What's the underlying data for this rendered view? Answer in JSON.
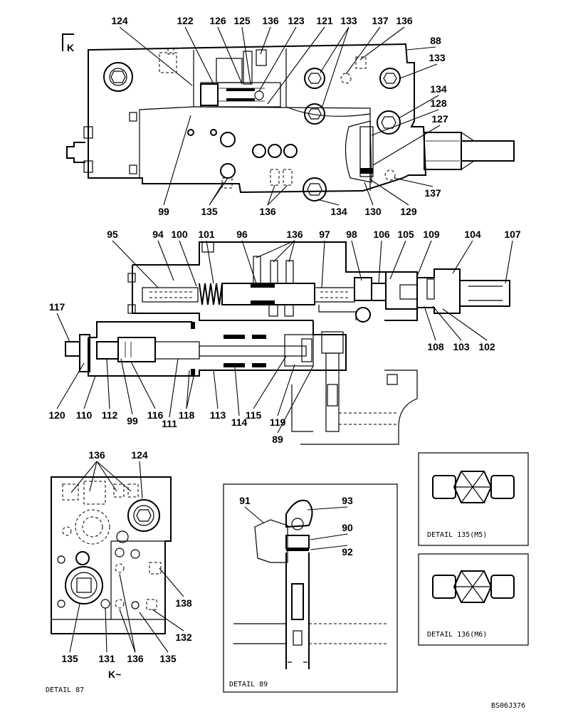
{
  "view_mark": "K",
  "view_mark_bottom": "K~",
  "drawing_code": "BS06J376",
  "captions": {
    "detail_87": "DETAIL 87",
    "detail_89": "DETAIL 89",
    "detail_135": "DETAIL 135(M5)",
    "detail_136": "DETAIL 136(M6)"
  },
  "callouts": [
    {
      "id": "124",
      "text": "124"
    },
    {
      "id": "122",
      "text": "122"
    },
    {
      "id": "126",
      "text": "126"
    },
    {
      "id": "125",
      "text": "125"
    },
    {
      "id": "136a",
      "text": "136"
    },
    {
      "id": "123",
      "text": "123"
    },
    {
      "id": "121",
      "text": "121"
    },
    {
      "id": "133a",
      "text": "133"
    },
    {
      "id": "137a",
      "text": "137"
    },
    {
      "id": "136b",
      "text": "136"
    },
    {
      "id": "88",
      "text": "88"
    },
    {
      "id": "133b",
      "text": "133"
    },
    {
      "id": "134a",
      "text": "134"
    },
    {
      "id": "128",
      "text": "128"
    },
    {
      "id": "127",
      "text": "127"
    },
    {
      "id": "137b",
      "text": "137"
    },
    {
      "id": "99a",
      "text": "99"
    },
    {
      "id": "135a",
      "text": "135"
    },
    {
      "id": "136c",
      "text": "136"
    },
    {
      "id": "134b",
      "text": "134"
    },
    {
      "id": "130",
      "text": "130"
    },
    {
      "id": "129",
      "text": "129"
    },
    {
      "id": "95",
      "text": "95"
    },
    {
      "id": "94",
      "text": "94"
    },
    {
      "id": "100",
      "text": "100"
    },
    {
      "id": "101",
      "text": "101"
    },
    {
      "id": "96",
      "text": "96"
    },
    {
      "id": "136d",
      "text": "136"
    },
    {
      "id": "97",
      "text": "97"
    },
    {
      "id": "98",
      "text": "98"
    },
    {
      "id": "106",
      "text": "106"
    },
    {
      "id": "105",
      "text": "105"
    },
    {
      "id": "109",
      "text": "109"
    },
    {
      "id": "104",
      "text": "104"
    },
    {
      "id": "107",
      "text": "107"
    },
    {
      "id": "117",
      "text": "117"
    },
    {
      "id": "108",
      "text": "108"
    },
    {
      "id": "103",
      "text": "103"
    },
    {
      "id": "102",
      "text": "102"
    },
    {
      "id": "120",
      "text": "120"
    },
    {
      "id": "110",
      "text": "110"
    },
    {
      "id": "112",
      "text": "112"
    },
    {
      "id": "99b",
      "text": "99"
    },
    {
      "id": "116",
      "text": "116"
    },
    {
      "id": "111",
      "text": "111"
    },
    {
      "id": "118",
      "text": "118"
    },
    {
      "id": "113",
      "text": "113"
    },
    {
      "id": "114",
      "text": "114"
    },
    {
      "id": "115",
      "text": "115"
    },
    {
      "id": "119",
      "text": "119"
    },
    {
      "id": "89",
      "text": "89"
    },
    {
      "id": "136e",
      "text": "136"
    },
    {
      "id": "124b",
      "text": "124"
    },
    {
      "id": "138",
      "text": "138"
    },
    {
      "id": "132",
      "text": "132"
    },
    {
      "id": "135b",
      "text": "135"
    },
    {
      "id": "131",
      "text": "131"
    },
    {
      "id": "136f",
      "text": "136"
    },
    {
      "id": "135c",
      "text": "135"
    },
    {
      "id": "91",
      "text": "91"
    },
    {
      "id": "93",
      "text": "93"
    },
    {
      "id": "90",
      "text": "90"
    },
    {
      "id": "92",
      "text": "92"
    }
  ]
}
